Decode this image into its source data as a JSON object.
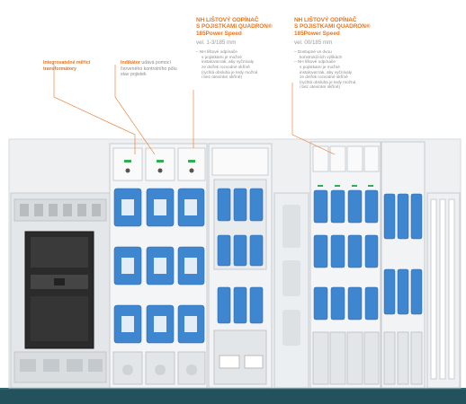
{
  "callouts": {
    "transformers": "Integrovatelné měřicí transformátory",
    "indicator_label": "Indikátor",
    "indicator_text": "udává pomocí červeného kontrolního pólu stav pojistek"
  },
  "product_left": {
    "line1": "NH LIŠTOVÝ ODPÍNAČ",
    "line2": "S POJISTKAMI QUADRON®",
    "line3": "185Power Speed",
    "size": "vel. 1-3/185 mm",
    "bullets": [
      [
        "NH lištové odpínače",
        "s pojistkami je možné",
        "instalovat tak, aby vyčnívaly",
        "ze dvířek rozvodné skříně",
        "(rychlá obsluha je tedy možná",
        "i bez otevírání skříně)"
      ]
    ]
  },
  "product_right": {
    "line1": "NH LIŠTOVÝ ODPÍNAČ",
    "line2": "S POJISTKAMI QUADRON®",
    "line3": "185Power Speed",
    "size": "vel. 00/185 mm",
    "bullets": [
      [
        "Dostupné ve dvou",
        "konstrukčních výškách"
      ],
      [
        "NH lištové odpínače",
        "s pojistkami je možné",
        "instalovat tak, aby vyčnívaly",
        "ze dvířek rozvodné skříně",
        "(rychlá obsluha je tedy možná",
        "i bez otevírání skříně)"
      ]
    ]
  },
  "colors": {
    "accent": "#e8741f",
    "blue": "#3f86d0",
    "base": "#23525c"
  }
}
